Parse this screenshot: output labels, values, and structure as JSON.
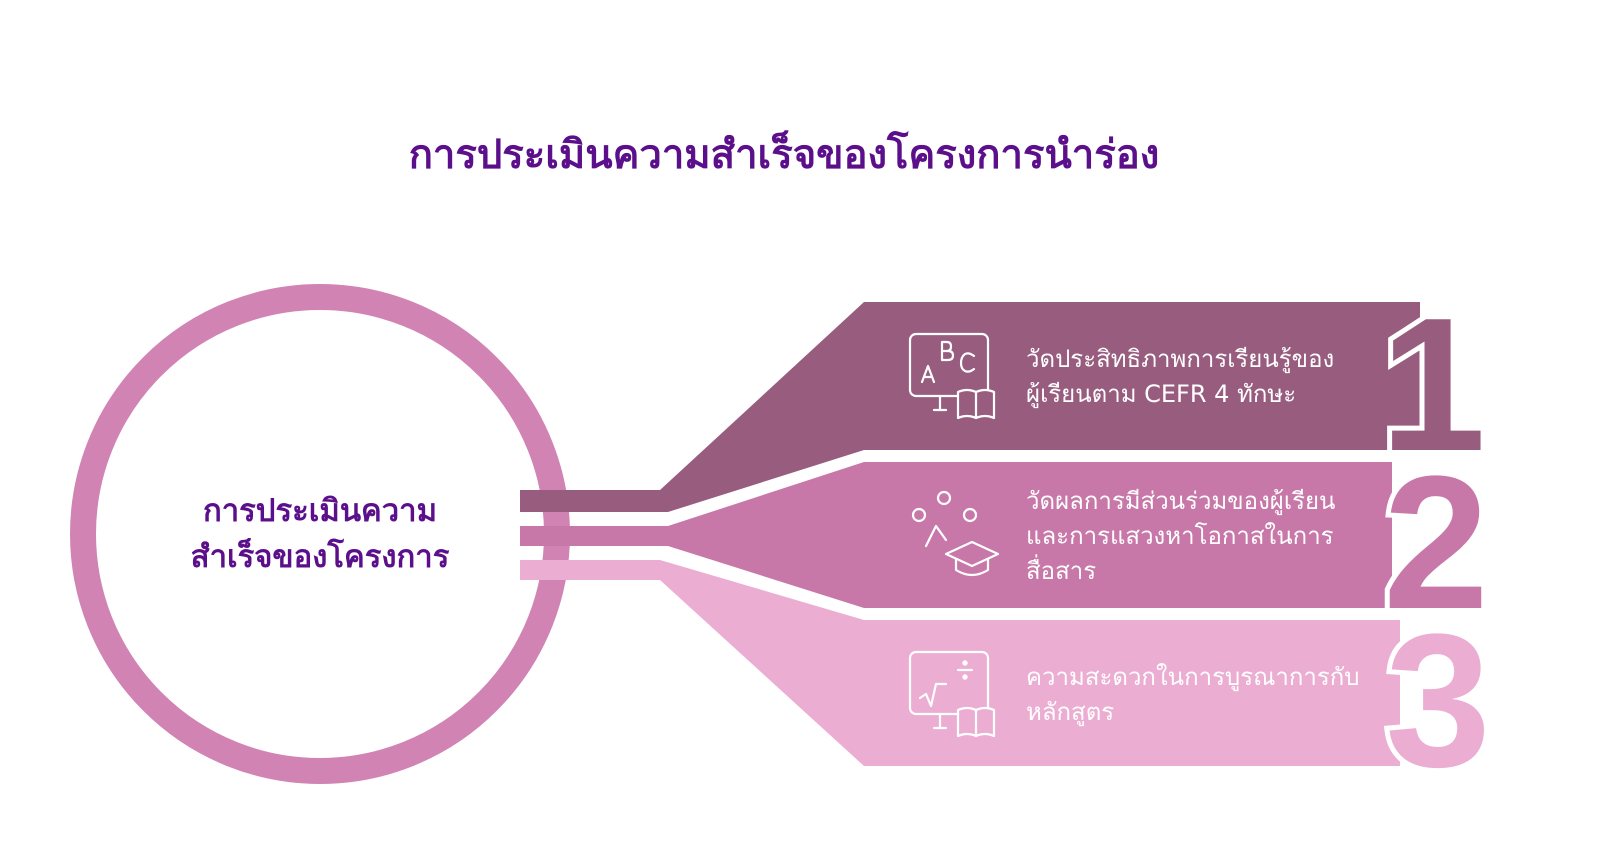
{
  "title": "การประเมินความสำเร็จของโครงการนำร่อง",
  "hub": {
    "lines": [
      "การประเมินความ",
      "สำเร็จของโครงการ"
    ]
  },
  "steps": [
    {
      "number": "1",
      "lines": [
        "วัดประสิทธิภาพการเรียนรู้ของ",
        "ผู้เรียนตาม CEFR 4 ทักษะ"
      ],
      "icon": "abc-book-icon"
    },
    {
      "number": "2",
      "lines": [
        "วัดผลการมีส่วนร่วมของผู้เรียน",
        "และการแสวงหาโอกาสในการ",
        "สื่อสาร"
      ],
      "icon": "graduation-network-icon"
    },
    {
      "number": "3",
      "lines": [
        "ความสะดวกในการบูรณาการกับ",
        "หลักสูตร"
      ],
      "icon": "math-board-book-icon"
    }
  ],
  "colors": {
    "title": "#5c0f8b",
    "ring": "#d184b4",
    "band1": "#985c7e",
    "band2": "#c878a8",
    "band3": "#ebadd2"
  }
}
